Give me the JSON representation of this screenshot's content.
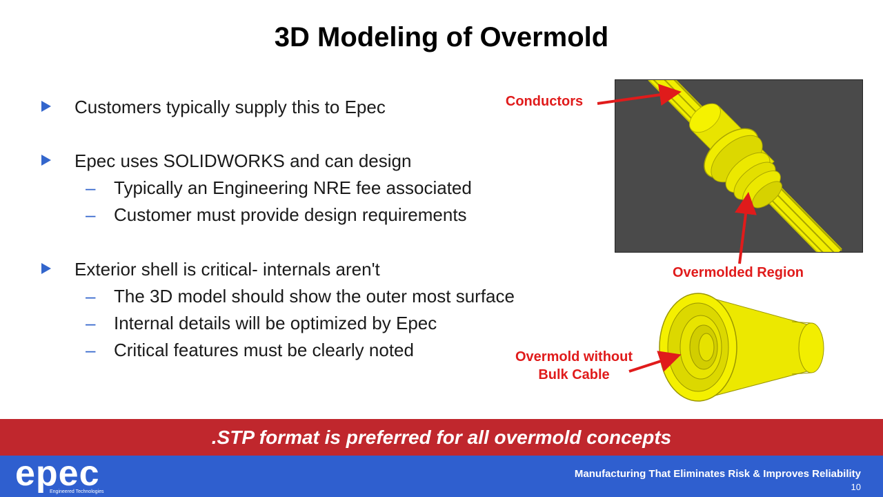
{
  "slide": {
    "title": "3D Modeling of Overmold",
    "bullets": [
      {
        "text": "Customers typically supply this to Epec",
        "subs": []
      },
      {
        "text": "Epec uses SOLIDWORKS and can design",
        "subs": [
          "Typically an Engineering NRE fee associated",
          "Customer must provide design requirements"
        ]
      },
      {
        "text": "Exterior shell is critical- internals aren't",
        "subs": [
          "The 3D model should show the outer most surface",
          "Internal details will be optimized by Epec",
          "Critical features must be clearly noted"
        ]
      }
    ],
    "sub_marker": "–",
    "callouts": {
      "conductors": "Conductors",
      "overmolded_region": "Overmolded Region",
      "overmold_without_line1": "Overmold without",
      "overmold_without_line2": "Bulk Cable"
    },
    "banner": ".STP format is preferred for all overmold concepts",
    "footer": {
      "logo": "epec",
      "logo_sub": "Engineered Technologies",
      "tagline": "Manufacturing That Eliminates Risk & Improves Reliability",
      "page_number": "10"
    }
  },
  "colors": {
    "bullet": "#3366cc",
    "callout": "#e01b1b",
    "banner": "#c0272d",
    "footer": "#2f5fcf",
    "model_yellow": "#f2ee00"
  }
}
